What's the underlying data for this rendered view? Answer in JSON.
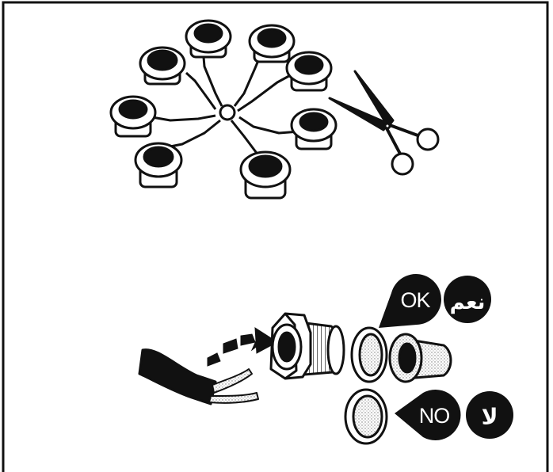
{
  "callouts": {
    "ok_label": "OK",
    "no_label": "NO",
    "ok_arabic": "نعم",
    "no_arabic": "لا"
  },
  "palette": {
    "ink": "#111111",
    "paper": "#ffffff"
  }
}
